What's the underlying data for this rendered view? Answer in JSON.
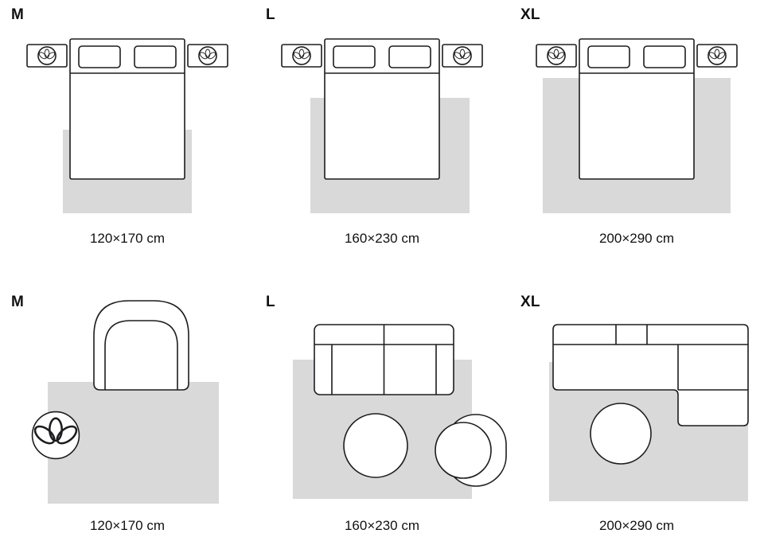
{
  "colors": {
    "rug-color": "#d9d9d9",
    "line-color": "#1d1d1f",
    "text-color": "#111111",
    "bg-color": "#ffffff"
  },
  "panels": [
    {
      "room": "bedroom",
      "size_label": "M",
      "dimensions": "120×170 cm"
    },
    {
      "room": "bedroom",
      "size_label": "L",
      "dimensions": "160×230 cm"
    },
    {
      "room": "bedroom",
      "size_label": "XL",
      "dimensions": "200×290 cm"
    },
    {
      "room": "living-room",
      "size_label": "M",
      "dimensions": "120×170 cm"
    },
    {
      "room": "living-room",
      "size_label": "L",
      "dimensions": "160×230 cm"
    },
    {
      "room": "living-room",
      "size_label": "XL",
      "dimensions": "200×290 cm"
    }
  ]
}
